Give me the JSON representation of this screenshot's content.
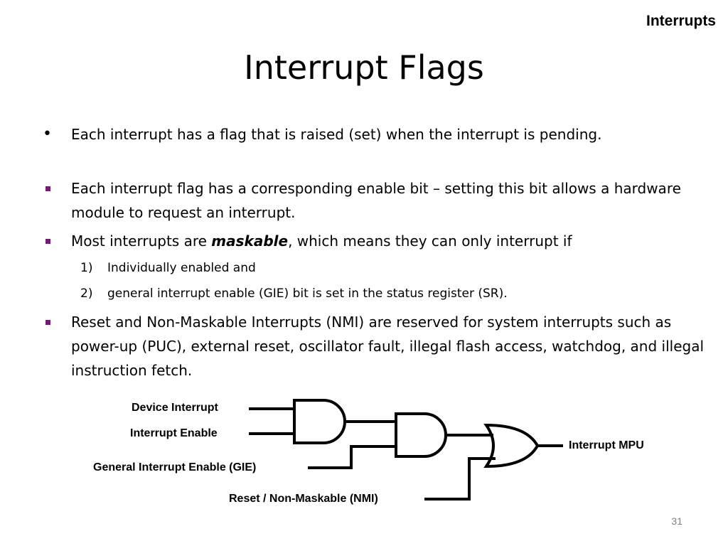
{
  "header": {
    "section": "Interrupts",
    "title": "Interrupt Flags"
  },
  "bullets": {
    "b1": "Each interrupt has a flag that is raised (set) when the interrupt is pending.",
    "b2": "Each interrupt flag has a corresponding enable bit – setting this bit allows a hardware module to request an interrupt.",
    "b3_before": "Most interrupts are ",
    "b3_em": "maskable",
    "b3_after": ", which means they can only interrupt if",
    "sub1_num": "1)",
    "sub1": "Individually enabled and",
    "sub2_num": "2)",
    "sub2": "general interrupt enable (GIE) bit is set in the status register (SR).",
    "b4": "Reset and Non-Maskable Interrupts (NMI) are reserved for system interrupts such as power-up (PUC), external reset, oscillator fault, illegal flash access, watchdog, and illegal instruction fetch."
  },
  "diagram": {
    "device_interrupt": "Device Interrupt",
    "interrupt_enable": "Interrupt Enable",
    "gie": "General Interrupt Enable (GIE)",
    "reset_nmi": "Reset / Non-Maskable (NMI)",
    "output": "Interrupt MPU",
    "gates": [
      "and-gate",
      "and-gate",
      "or-gate"
    ]
  },
  "footer": {
    "page_number": "31"
  }
}
